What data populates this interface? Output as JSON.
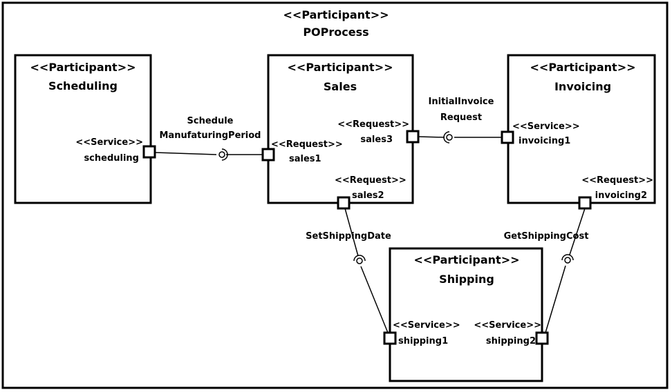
{
  "outer": {
    "stereotype": "<<Participant>>",
    "name": "POProcess"
  },
  "participants": {
    "scheduling": {
      "stereotype": "<<Participant>>",
      "name": "Scheduling"
    },
    "sales": {
      "stereotype": "<<Participant>>",
      "name": "Sales"
    },
    "invoicing": {
      "stereotype": "<<Participant>>",
      "name": "Invoicing"
    },
    "shipping": {
      "stereotype": "<<Participant>>",
      "name": "Shipping"
    }
  },
  "ports": {
    "scheduling": {
      "stereotype": "<<Service>>",
      "name": "scheduling"
    },
    "sales1": {
      "stereotype": "<<Request>>",
      "name": "sales1"
    },
    "sales2": {
      "stereotype": "<<Request>>",
      "name": "sales2"
    },
    "sales3": {
      "stereotype": "<<Request>>",
      "name": "sales3"
    },
    "invoicing1": {
      "stereotype": "<<Service>>",
      "name": "invoicing1"
    },
    "invoicing2": {
      "stereotype": "<<Request>>",
      "name": "invoicing2"
    },
    "shipping1": {
      "stereotype": "<<Service>>",
      "name": "shipping1"
    },
    "shipping2": {
      "stereotype": "<<Service>>",
      "name": "shipping2"
    }
  },
  "connectors": {
    "schedule": {
      "line1": "Schedule",
      "line2": "ManufaturingPeriod"
    },
    "initial_invoice": {
      "line1": "InitialInvoice",
      "line2": "Request"
    },
    "set_shipping_date": {
      "label": "SetShippingDate"
    },
    "get_shipping_cost": {
      "label": "GetShippingCost"
    }
  },
  "colors": {
    "stroke": "#000000",
    "background": "#ffffff"
  }
}
